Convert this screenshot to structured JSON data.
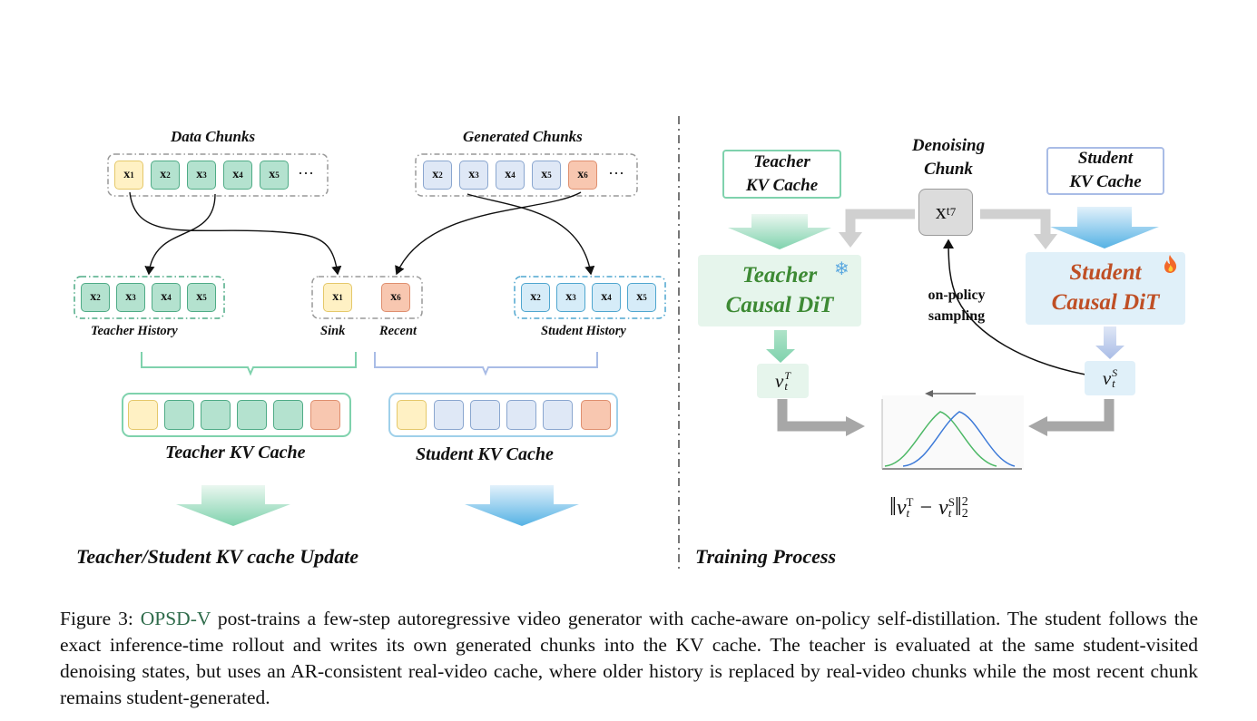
{
  "figure": {
    "left": {
      "data_chunks_title": "Data Chunks",
      "generated_chunks_title": "Generated Chunks",
      "ellipsis": "···",
      "data_chunks": [
        "2",
        "3",
        "4",
        "5"
      ],
      "first_chunk": "1",
      "generated_chunks": [
        "2",
        "3",
        "4",
        "5"
      ],
      "latest_chunk": "6",
      "teacher_history": [
        "2",
        "3",
        "4",
        "5"
      ],
      "student_history": [
        "2",
        "3",
        "4",
        "5"
      ],
      "sink_token": "1",
      "recent_token": "6",
      "teacher_history_label": "Teacher History",
      "sink_label": "Sink",
      "recent_label": "Recent",
      "student_history_label": "Student History",
      "teacher_kv_cache_label": "Teacher KV Cache",
      "student_kv_cache_label": "Student KV Cache",
      "update_title": "Teacher/Student KV cache Update"
    },
    "right": {
      "teacher_kv_cache_line1": "Teacher",
      "teacher_kv_cache_line2": "KV Cache",
      "denoising_line1": "Denoising",
      "denoising_line2": "Chunk",
      "chunk_var": "x",
      "chunk_sub": "t",
      "chunk_sup": "7",
      "student_kv_cache_line1": "Student",
      "student_kv_cache_line2": "KV Cache",
      "teacher_dit_line1": "Teacher",
      "teacher_dit_line2": "Causal DiT",
      "student_dit_line1": "Student",
      "student_dit_line2": "Causal DiT",
      "on_policy_line1": "on-policy",
      "on_policy_line2": "sampling",
      "v_teacher_base": "v",
      "v_teacher_sub": "t",
      "v_teacher_sup": "T",
      "v_student_base": "v",
      "v_student_sub": "t",
      "v_student_sup": "S",
      "loss_v": "v",
      "loss_sub": "t",
      "loss_sup_t": "T",
      "loss_sup_s": "S",
      "loss_minus": "−",
      "loss_exp": "2",
      "loss_norm_sub": "2",
      "title": "Training Process"
    }
  },
  "caption": {
    "prefix": "Figure 3: ",
    "highlight": "OPSD-V",
    "body": " post-trains a few-step autoregressive video generator with cache-aware on-policy self-distillation. The student follows the exact inference-time rollout and writes its own generated chunks into the KV cache. The teacher is evaluated at the same student-visited denoising states, but uses an AR-consistent real-video cache, where older history is replaced by real-video chunks while the most recent chunk remains student-generated."
  },
  "colors": {
    "green_fill": "#b4e2cf",
    "green_border": "#4fab86",
    "blue_fill": "#dfe8f6",
    "blue_border": "#8aa6cf",
    "yellow_fill": "#fff1c4",
    "yellow_border": "#e5c86a",
    "orange_fill": "#f8c7b0",
    "orange_border": "#df8f6f",
    "light_blue_fill": "#d6ecf8",
    "light_blue_border": "#4fa6cf",
    "teacher_text": "#3d8a34",
    "student_text": "#bf4f25",
    "link": "#2e6b4a"
  }
}
